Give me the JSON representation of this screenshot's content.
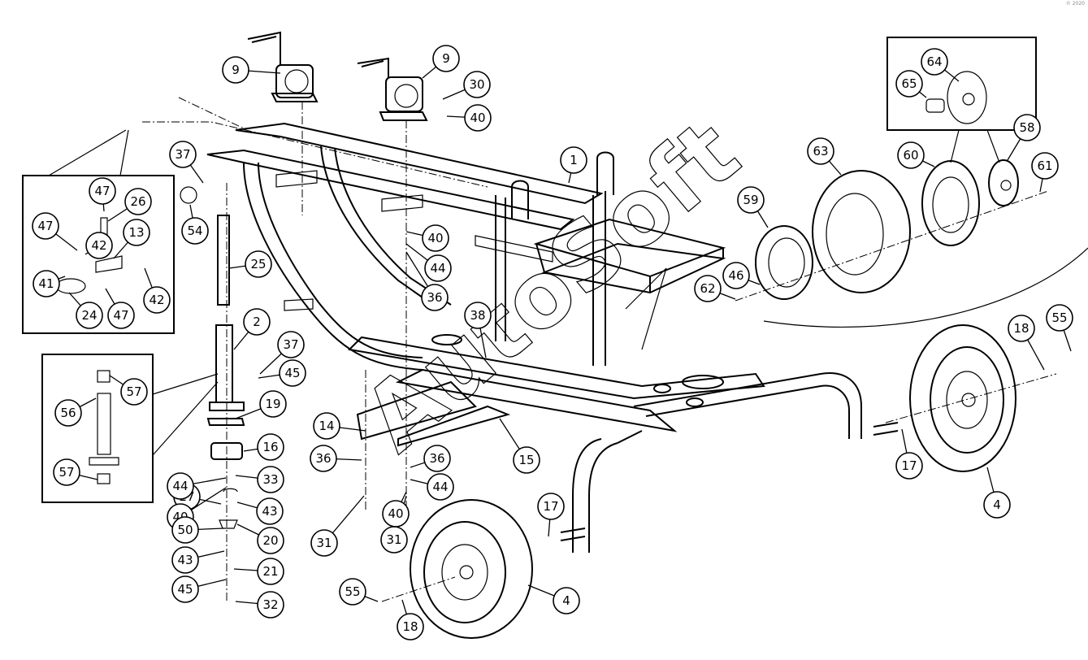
{
  "watermark": "AutoSoft",
  "corner_mark": "© 2020",
  "callouts": [
    "1",
    "2",
    "4",
    "4",
    "9",
    "9",
    "13",
    "14",
    "15",
    "16",
    "17",
    "17",
    "18",
    "18",
    "19",
    "20",
    "21",
    "24",
    "25",
    "26",
    "27",
    "30",
    "31",
    "31",
    "32",
    "33",
    "36",
    "36",
    "36",
    "37",
    "37",
    "38",
    "40",
    "40",
    "40",
    "40",
    "41",
    "42",
    "42",
    "43",
    "43",
    "44",
    "44",
    "44",
    "45",
    "45",
    "46",
    "47",
    "47",
    "47",
    "50",
    "54",
    "55",
    "55",
    "56",
    "57",
    "57",
    "58",
    "59",
    "60",
    "61",
    "62",
    "63",
    "64",
    "65"
  ]
}
